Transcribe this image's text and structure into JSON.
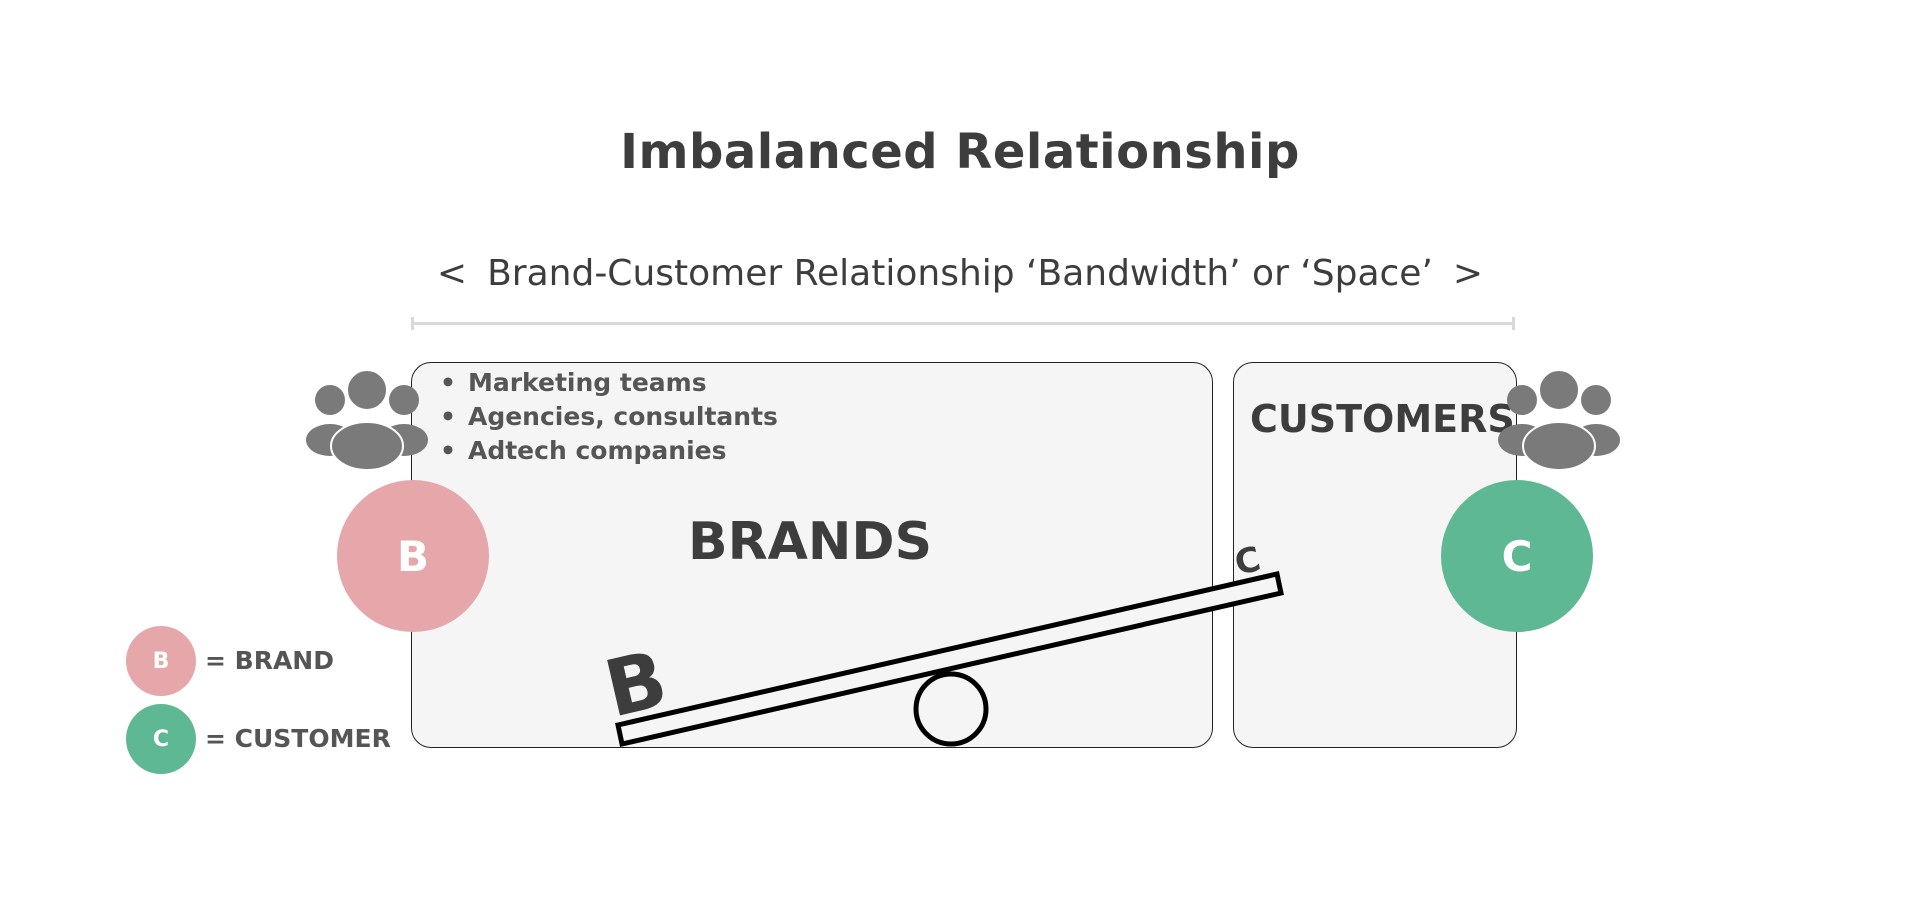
{
  "title": "Imbalanced Relationship",
  "subtitle": {
    "left_arrow": "<",
    "text": "Brand-Customer Relationship ‘Bandwidth’ or ‘Space’",
    "right_arrow": ">"
  },
  "brands_panel": {
    "bullets": [
      "Marketing teams",
      "Agencies, consultants",
      "Adtech companies"
    ],
    "label": "BRANDS"
  },
  "customers_panel": {
    "label": "CUSTOMERS"
  },
  "nodes": {
    "brand": "B",
    "customer": "C"
  },
  "seesaw": {
    "heavy": "B",
    "light": "C"
  },
  "legend": [
    {
      "symbol": "B",
      "text": "= BRAND"
    },
    {
      "symbol": "C",
      "text": "= CUSTOMER"
    }
  ],
  "colors": {
    "brand": "#e5a7aa",
    "customer": "#5fb894",
    "text": "#3d3d3d",
    "icon": "#7a7a7a"
  }
}
